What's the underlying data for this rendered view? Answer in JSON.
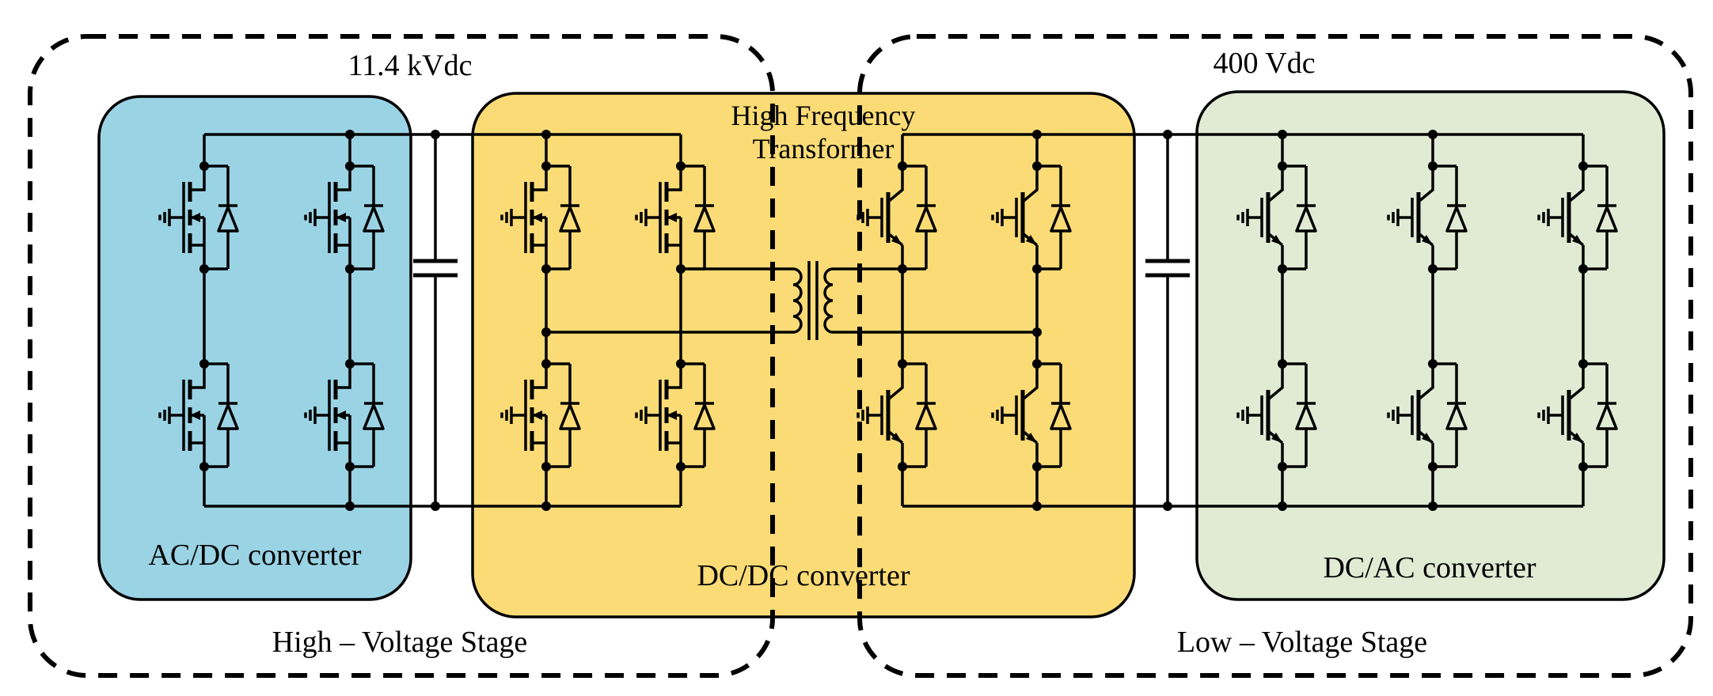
{
  "labels": {
    "hv_dc": "11.4 kVdc",
    "lv_dc": "400 Vdc",
    "hv_stage": "High – Voltage Stage",
    "lv_stage": "Low – Voltage Stage",
    "acdc": "AC/DC converter",
    "dcdc": "DC/DC converter",
    "dcac": "DC/AC converter",
    "transformer_line1": "High Frequency",
    "transformer_line2": "Transformer"
  },
  "colors": {
    "acdc_fill": "#9AD3E4",
    "dcdc_fill": "#FADB75",
    "dcac_fill": "#E1EBD4",
    "line": "#000000"
  },
  "icons": {
    "mosfet_cell": "n-mosfet-with-antiparallel-diode",
    "igbt_cell": "igbt-with-antiparallel-diode",
    "transformer": "high-frequency-transformer",
    "capacitor": "dc-link-capacitor",
    "gate_ground": "gate-reference-ground"
  }
}
